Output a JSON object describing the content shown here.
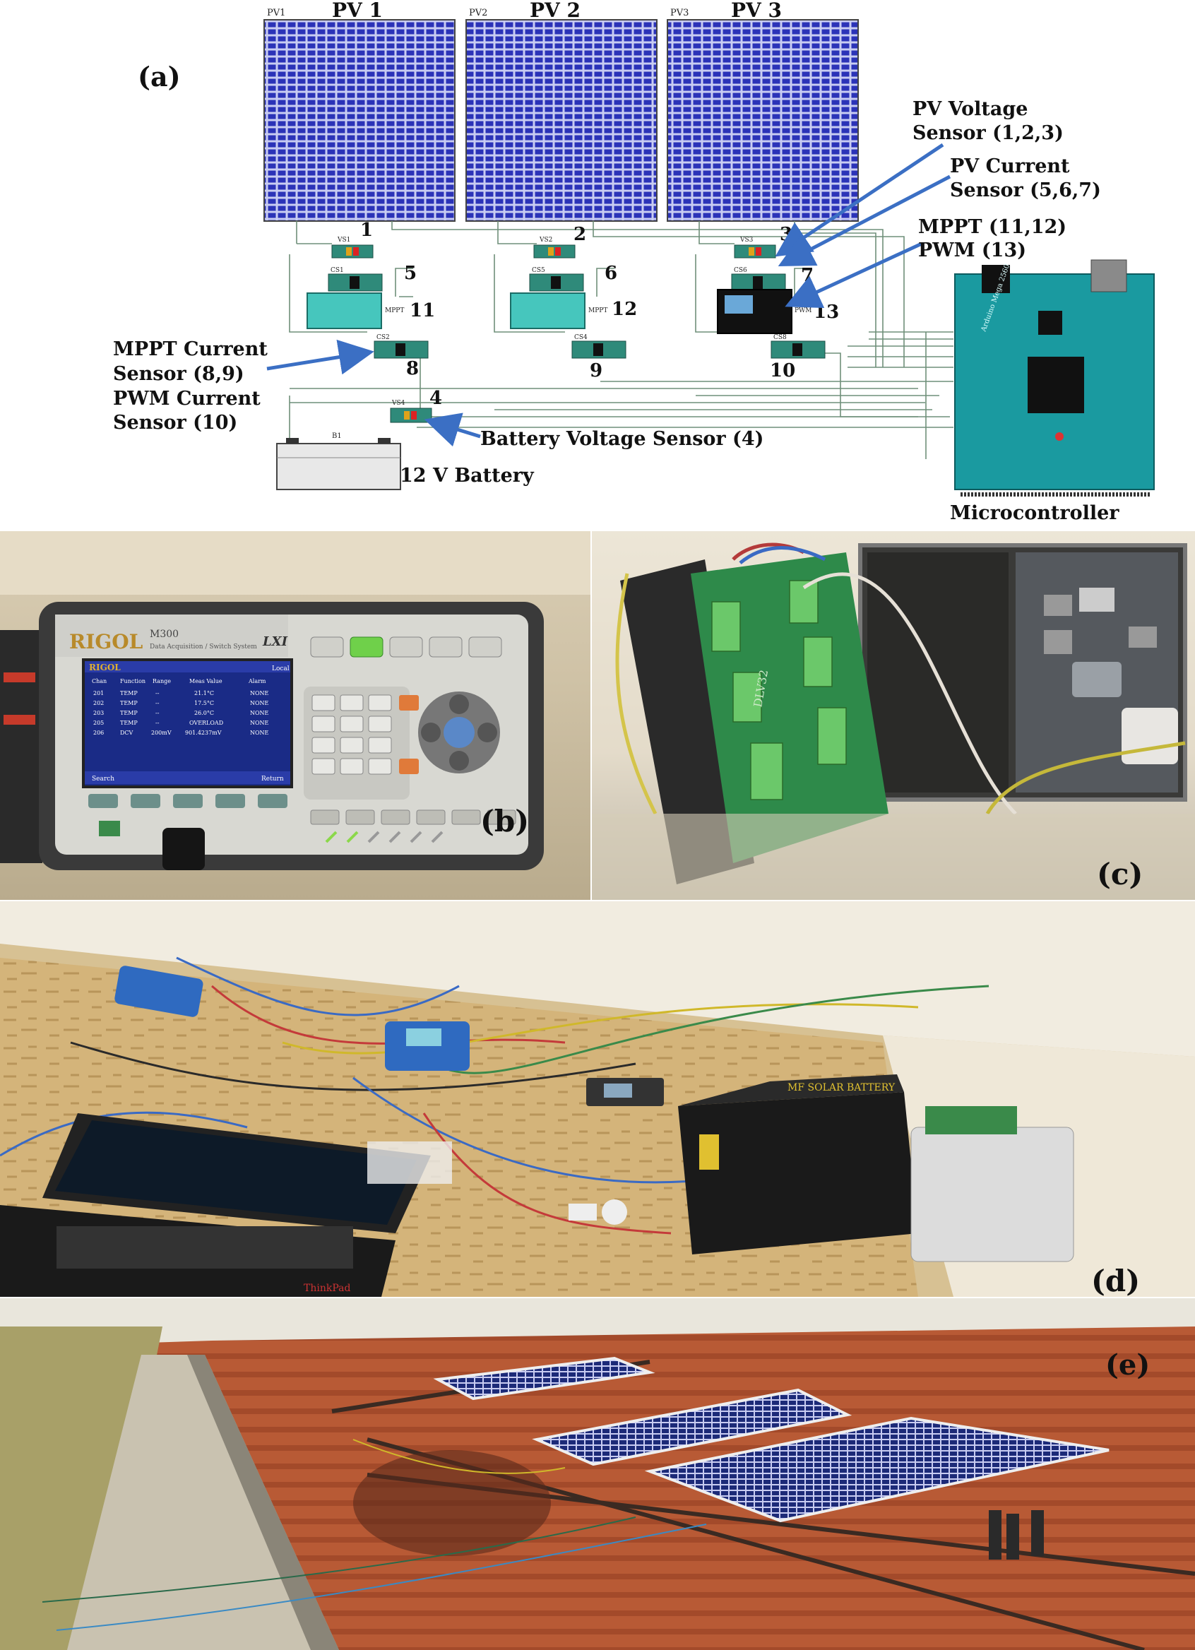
{
  "panel_a": {
    "letter": "(a)",
    "pv": [
      {
        "small": "PV1",
        "title": "PV 1"
      },
      {
        "small": "PV2",
        "title": "PV 2"
      },
      {
        "small": "PV3",
        "title": "PV 3"
      }
    ],
    "chip_numbers": [
      "1",
      "2",
      "3",
      "5",
      "6",
      "7",
      "11",
      "12",
      "13",
      "8",
      "9",
      "10",
      "4"
    ],
    "chip_tags": [
      "VS1",
      "VS2",
      "VS3",
      "CS1",
      "CS5",
      "CS6",
      "CS2",
      "CS4",
      "CS8",
      "VS4"
    ],
    "module_tags": [
      "MPPT",
      "MPPT",
      "PWM"
    ],
    "callouts": {
      "pv_voltage_1": "PV Voltage",
      "pv_voltage_2": "Sensor (1,2,3)",
      "pv_current_1": "PV Current",
      "pv_current_2": "Sensor (5,6,7)",
      "mppt_pwm_1": "MPPT (11,12)",
      "mppt_pwm_2": "PWM (13)",
      "mppt_current_1": "MPPT Current",
      "mppt_current_2": "Sensor (8,9)",
      "pwm_current_1": "PWM Current",
      "pwm_current_2": "Sensor (10)",
      "battery_voltage": "Battery Voltage Sensor (4)",
      "battery": "12 V Battery",
      "microcontroller": "Microcontroller"
    },
    "battery_small": "B1",
    "mcu_board_text": "Arduino Mega 2560"
  },
  "panel_b": {
    "letter": "(b)",
    "brand": "RIGOL",
    "model": "M300",
    "subtitle": "Data Acquisition / Switch System",
    "lxi": "LXI",
    "screen_brand": "RIGOL",
    "screen_status": "Local",
    "columns": [
      "Chan",
      "Function",
      "Range",
      "Meas Value",
      "Alarm"
    ],
    "rows": [
      [
        "201",
        "TEMP",
        "--",
        "21.1°C",
        "NONE"
      ],
      [
        "202",
        "TEMP",
        "--",
        "17.5°C",
        "NONE"
      ],
      [
        "203",
        "TEMP",
        "--",
        "26.0°C",
        "NONE"
      ],
      [
        "205",
        "TEMP",
        "--",
        "OVERLOAD",
        "NONE"
      ],
      [
        "206",
        "DCV",
        "200mV",
        "901.4237mV",
        "NONE"
      ]
    ],
    "softkey_left": "Search",
    "softkey_right": "Return"
  },
  "panel_c": {
    "letter": "(c)",
    "board_text": "DLV32"
  },
  "panel_d": {
    "letter": "(d)",
    "battery_label": "MF SOLAR BATTERY",
    "laptop_brand": "ThinkPad"
  },
  "panel_e": {
    "letter": "(e)"
  },
  "colors": {
    "pv_cell": "#2b33b8",
    "pv_grid": "#c8ccf2",
    "arrow_blue": "#3b6fc4",
    "mcu_teal": "#1a9aa0",
    "chip_green": "#2f8a7a",
    "roof_red": "#b85a35"
  }
}
